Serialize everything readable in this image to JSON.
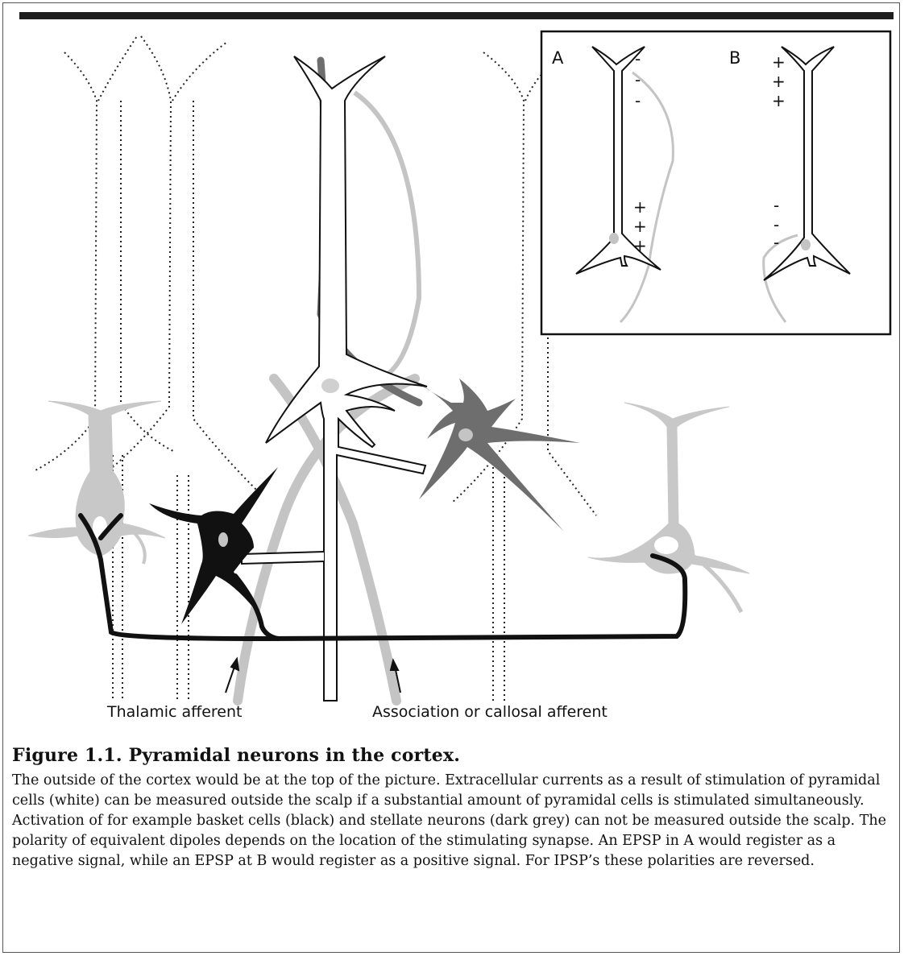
{
  "figure": {
    "title": "Figure 1.1. Pyramidal neurons in the cortex.",
    "caption": "The outside of the cortex would be at the top of the picture. Extracellular currents as a result of stimulation of  pyramidal cells (white) can be measured outside the scalp if a substantial amount of pyramidal cells is stimulated simultaneously. Activation of for example basket cells (black) and stellate neurons (dark grey) can not be measured outside the scalp. The polarity of equivalent dipoles depends on the location of the stimulating synapse. An EPSP in A would register as a negative signal, while an EPSP at B would register as a positive signal. For IPSP’s these polarities are reversed."
  },
  "labels": {
    "thalamic": "Thalamic afferent",
    "association": "Association or callosal afferent"
  },
  "inset": {
    "panel_a": {
      "letter": "A",
      "top_signs": [
        "-",
        "-",
        "-"
      ],
      "bottom_signs": [
        "+",
        "+",
        "+"
      ]
    },
    "panel_b": {
      "letter": "B",
      "top_signs": [
        "+",
        "+",
        "+"
      ],
      "bottom_signs": [
        "-",
        "-",
        "-"
      ]
    }
  },
  "colors": {
    "pyramidal": "#ffffff",
    "basket": "#111111",
    "stellate": "#6e6e6e",
    "afferent": "#c4c4c4",
    "dotted": "#222222"
  }
}
